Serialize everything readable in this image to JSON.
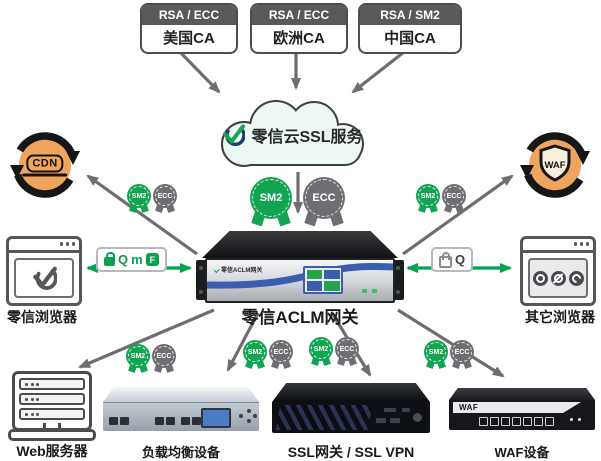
{
  "cas": [
    {
      "protocols": "RSA / ECC",
      "name": "美国CA"
    },
    {
      "protocols": "RSA / ECC",
      "name": "欧洲CA"
    },
    {
      "protocols": "RSA / SM2",
      "name": "中国CA"
    }
  ],
  "cloud": {
    "label": "零信云SSL服务"
  },
  "cdn": {
    "label": "CDN"
  },
  "waf": {
    "label": "WAF"
  },
  "seals": {
    "sm2": "SM2",
    "ecc": "ECC"
  },
  "gateway": {
    "panel_label": "零信ACLM网关",
    "label": "零信ACLM网关"
  },
  "left_browser": {
    "label": "零信浏览器"
  },
  "right_browser": {
    "label": "其它浏览器"
  },
  "left_pill": {
    "q": "Q",
    "m": "m",
    "f": "F"
  },
  "right_pill": {
    "q": "Q"
  },
  "devices": {
    "web": {
      "label": "Web服务器"
    },
    "lb": {
      "label": "负载均衡设备"
    },
    "ssl": {
      "label": "SSL网关 / SSL VPN"
    },
    "waf": {
      "label": "WAF设备",
      "panel": "WAF"
    }
  },
  "colors": {
    "green": "#12a452",
    "gray": "#6d6e71",
    "orange": "#f0a55e",
    "dark": "#3f4043",
    "blue": "#3a5dae"
  }
}
